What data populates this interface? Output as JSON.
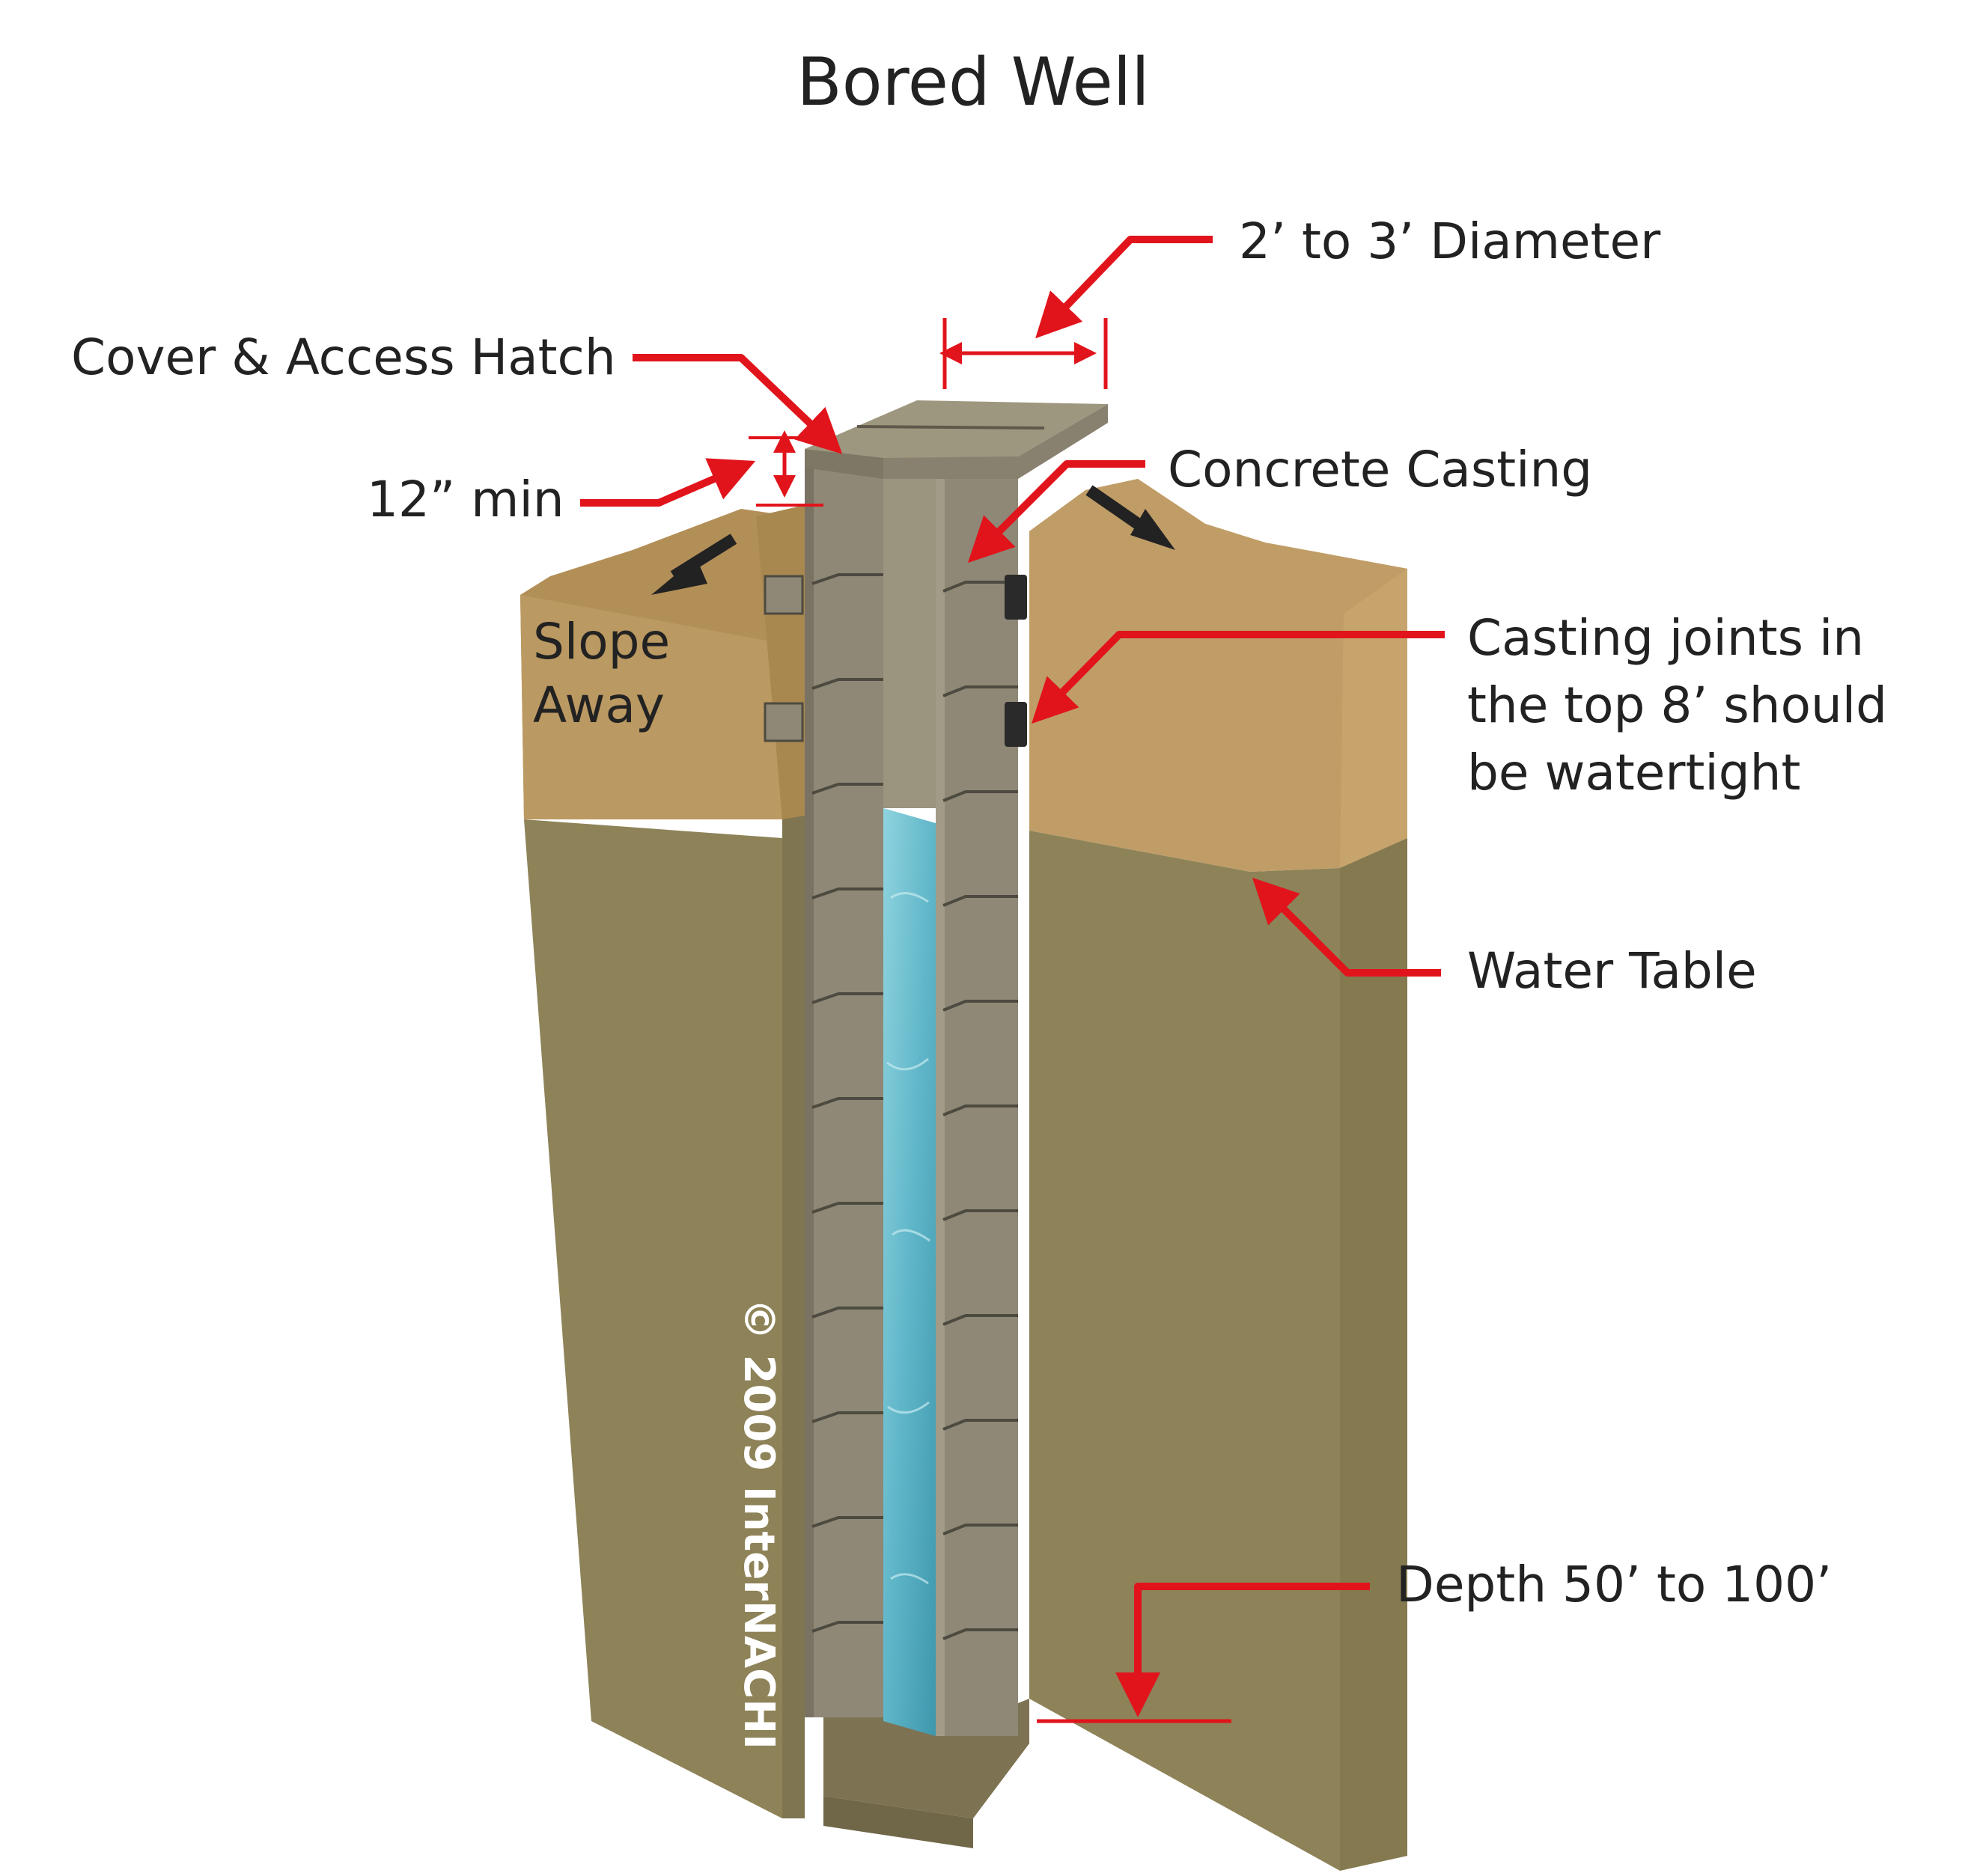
{
  "title": "Bored Well",
  "labels": {
    "diameter": "2’ to 3’ Diameter",
    "cover": "Cover & Access Hatch",
    "min_height": "12” min",
    "concrete": "Concrete Casting",
    "slope_line1": "Slope",
    "slope_line2": "Away",
    "joints_line1": "Casting joints in",
    "joints_line2": "the top 8’ should",
    "joints_line3": "be watertight",
    "water_table": "Water Table",
    "depth": "Depth 50’ to 100’"
  },
  "copyright": "© 2009 InterNACHI",
  "colors": {
    "callout_red": "#e1141c",
    "topsoil": "#b8955c",
    "subsoil": "#8e8258",
    "concrete": "#8f8876",
    "water": "#5fb6c8",
    "arrow_dark": "#222222"
  }
}
